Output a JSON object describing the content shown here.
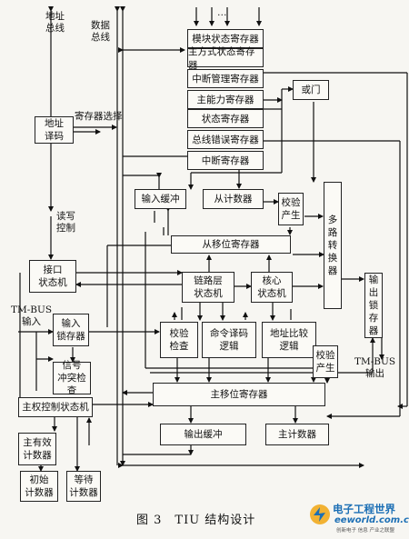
{
  "bus_labels": {
    "address_bus": "地址\n总线",
    "data_bus": "数据\n总线"
  },
  "register_stack": {
    "top_ellipsis": "…",
    "registers": [
      "模块状态寄存器",
      "主方式状态寄存器",
      "中断管理寄存器",
      "主能力寄存器",
      "状态寄存器",
      "总线错误寄存器",
      "中断寄存器"
    ]
  },
  "blocks": {
    "address_decode": "地址\n译码",
    "register_select": "寄存器选择",
    "or_gate": "或门",
    "input_buffer": "输入缓冲",
    "slave_counter": "从计数器",
    "check_gen_top": "校验\n产生",
    "mux": "多\n路\n转\n换\n器",
    "rw_control": "读写\n控制",
    "slave_shift_reg": "从移位寄存器",
    "interface_fsm": "接口\n状态机",
    "link_fsm": "链路层\n状态机",
    "core_fsm": "核心\n状态机",
    "output_latch": "输\n出\n锁\n存\n器",
    "input_latch": "输入\n锁存器",
    "check_detect": "校验\n检查",
    "cmd_decode": "命令译码\n逻辑",
    "addr_compare": "地址比较\n逻辑",
    "signal_conflict": "信号\n冲突检查",
    "check_gen_bottom": "校验\n产生",
    "main_shift_reg": "主移位寄存器",
    "master_fsm": "主权控制状态机",
    "output_buffer": "输出缓冲",
    "master_counter": "主计数器",
    "master_valid_counter": "主有效\n计数器",
    "init_counter": "初始\n计数器",
    "wait_counter": "等待\n计数器"
  },
  "side_labels": {
    "tm_bus_input": "TM-BUS\n输入",
    "tm_bus_output": "TM-BUS\n输出"
  },
  "caption": "图 3　TIU 结构设计",
  "logo": {
    "name": "电子工程世界",
    "domain": "eeworld.com.cn",
    "tagline": "创新电子 信息 产业之联盟"
  }
}
